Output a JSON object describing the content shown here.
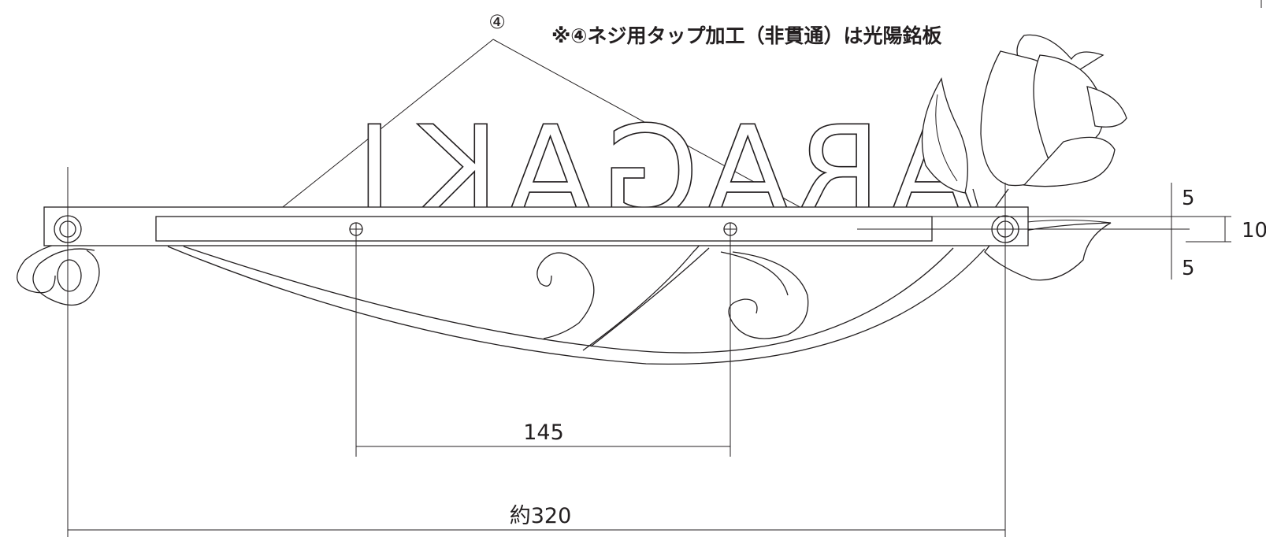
{
  "callout": {
    "marker": "④"
  },
  "note": {
    "text": "※④ネジ用タップ加工（非貫通）は光陽銘板"
  },
  "nameplate": {
    "letters": [
      "I",
      "K",
      "A",
      "G",
      "A",
      "R",
      "A"
    ]
  },
  "dimensions": {
    "screw_pitch": "145",
    "total_length": "約320",
    "height_total": "10",
    "height_upper": "5",
    "height_lower": "5"
  }
}
